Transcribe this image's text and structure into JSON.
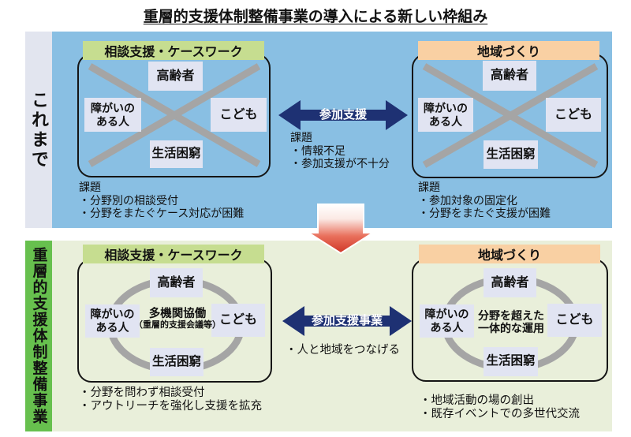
{
  "title": "重層的支援体制整備事業の導入による新しい枠組み",
  "categories": {
    "elderly": "高齢者",
    "disabled": "障がいの\nある人",
    "children": "こども",
    "poverty": "生活困窮"
  },
  "before": {
    "side_label": "これまで",
    "consult": {
      "header": "相談支援・ケースワーク",
      "issues": [
        "課題",
        "・分野別の相談受付",
        "・分野をまたぐケース対応が困難"
      ]
    },
    "arrow_label": "参加支援",
    "arrow_issues": [
      "課題",
      "・情報不足",
      "・参加支援が不十分"
    ],
    "community": {
      "header": "地域づくり",
      "issues": [
        "課題",
        "・参加対象の固定化",
        "・分野をまたぐ支援が困難"
      ]
    }
  },
  "after": {
    "side_label": "重層的支援体制整備事業",
    "consult": {
      "header": "相談支援・ケースワーク",
      "center": [
        "多機関協働",
        "（重層的支援会議等）"
      ],
      "notes": [
        "・分野を問わず相談受付",
        "・アウトリーチを強化し支援を拡充"
      ]
    },
    "arrow_label": "参加支援事業",
    "arrow_note": "・人と地域をつなげる",
    "community": {
      "header": "地域づくり",
      "center": [
        "分野を超えた",
        "一体的な運用"
      ],
      "notes": [
        "・地域活動の場の創出",
        "・既存イベントでの多世代交流"
      ]
    }
  },
  "colors": {
    "before_bg": "#89bfe3",
    "before_side_bg": "#e2e5ef",
    "after_bg": "#e9efda",
    "after_side_bg": "#67c04e",
    "consult_header_bg": "#c6dd90",
    "community_header_bg": "#f9d0a3",
    "category_box_bg": "#e1e4f2",
    "arrow_navy": "#1e3173",
    "cross_gray": "#a5a5a5",
    "down_arrow_red": "#cf3527"
  }
}
